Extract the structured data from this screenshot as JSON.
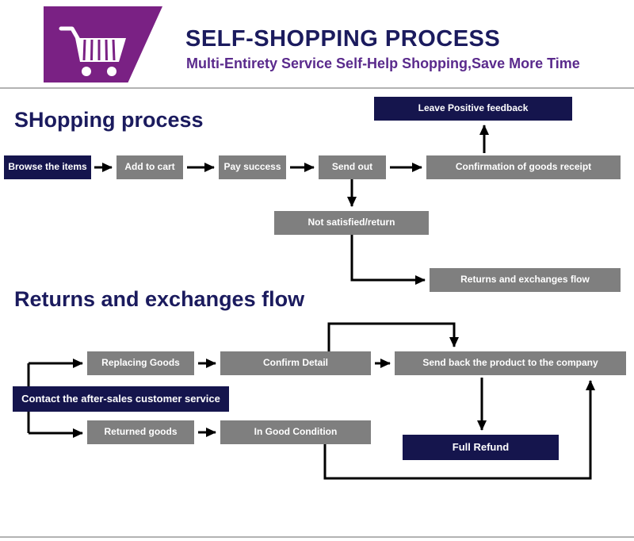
{
  "header": {
    "title": "SELF-SHOPPING PROCESS",
    "subtitle": "Multi-Entirety Service Self-Help Shopping,Save More Time"
  },
  "shopping": {
    "heading": "SHopping process",
    "browse": "Browse the items",
    "add_to_cart": "Add to cart",
    "pay_success": "Pay success",
    "send_out": "Send out",
    "confirmation": "Confirmation of goods receipt",
    "feedback": "Leave Positive feedback",
    "not_satisfied": "Not satisfied/return",
    "returns_link": "Returns and exchanges flow"
  },
  "returns": {
    "heading": "Returns and exchanges flow",
    "contact": "Contact the after-sales customer service",
    "replacing": "Replacing Goods",
    "confirm_detail": "Confirm Detail",
    "send_back": "Send back the product to the company",
    "returned_goods": "Returned goods",
    "in_good_condition": "In Good Condition",
    "full_refund": "Full Refund"
  },
  "colors": {
    "banner_purple": "#7a2184",
    "navy": "#15154d",
    "gray": "#7f7f7f",
    "title_navy": "#1b1b5e",
    "subtitle_purple": "#5a2a8c",
    "arrow_black": "#000000"
  },
  "icons": {
    "cart": "shopping-cart-icon"
  }
}
